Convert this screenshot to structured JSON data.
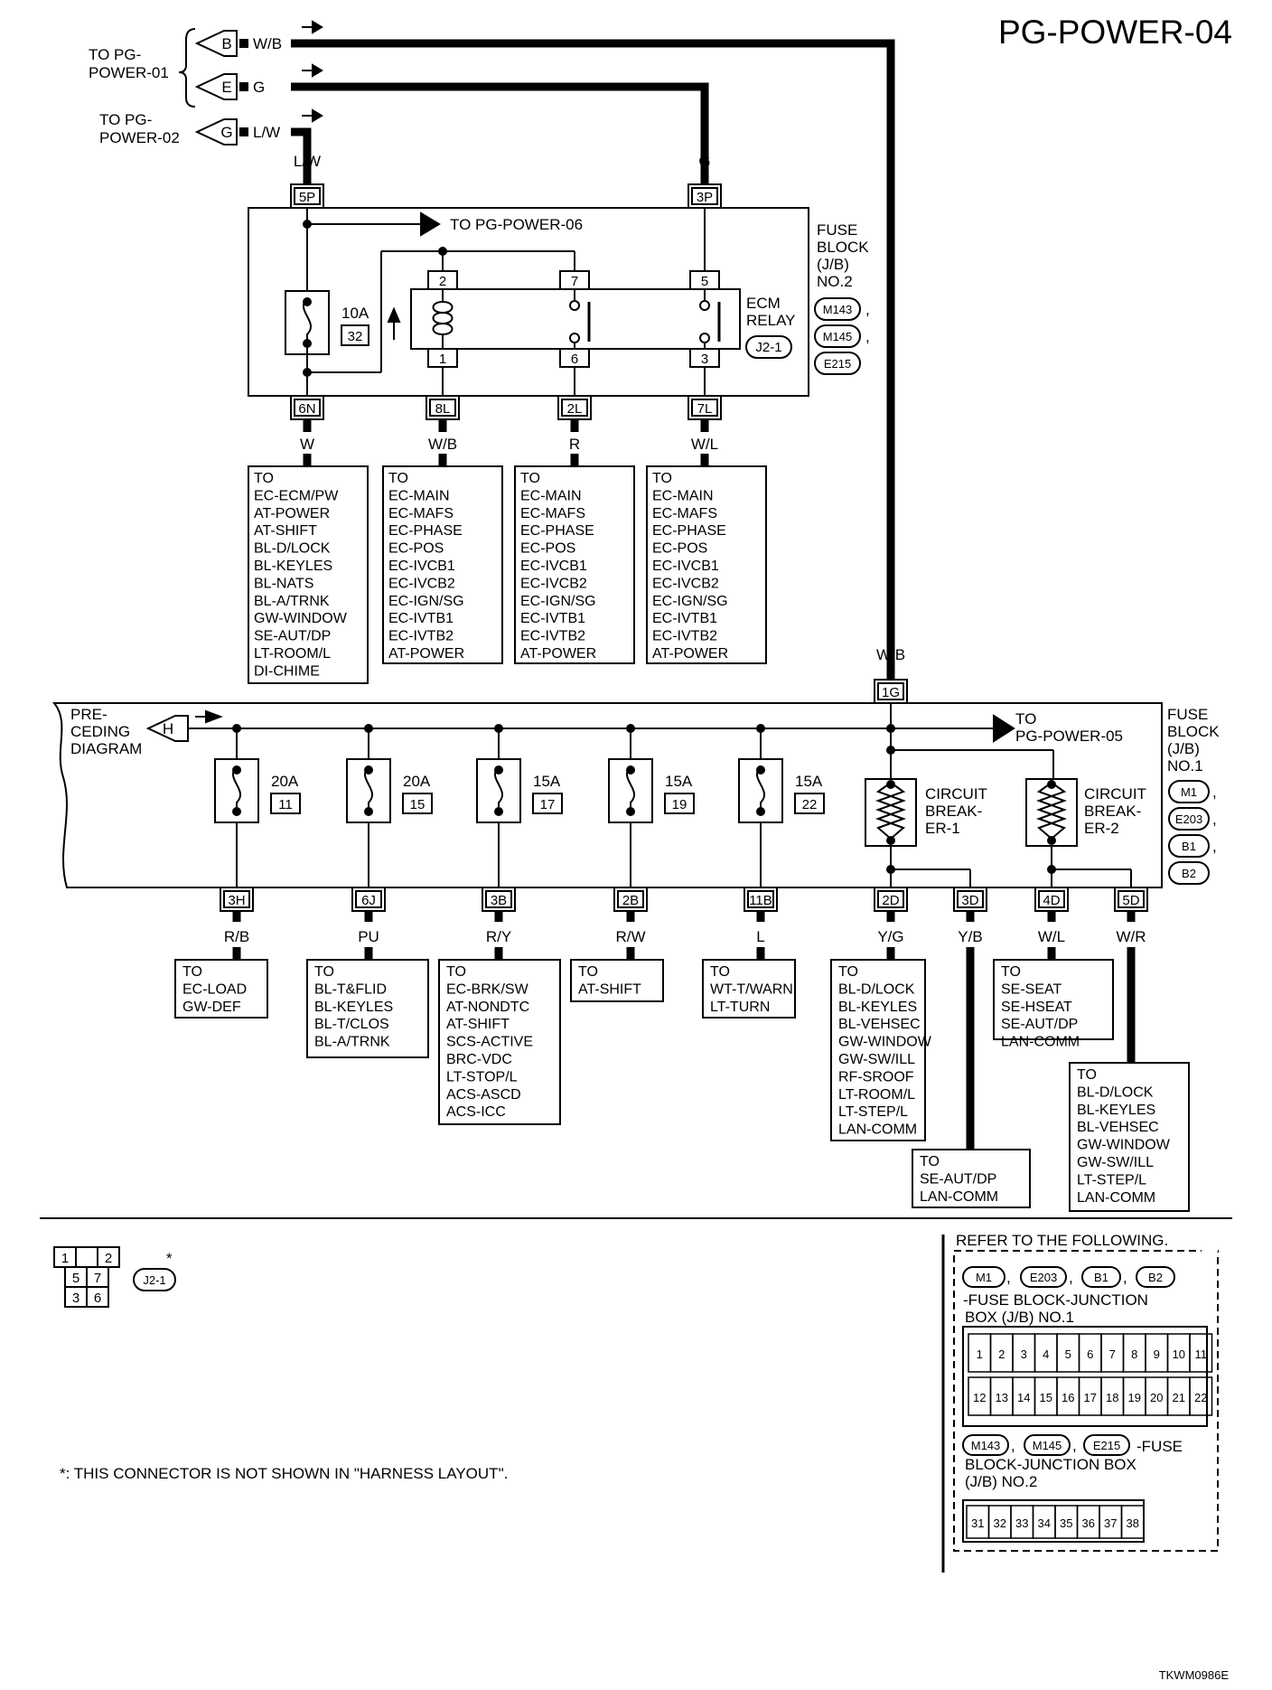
{
  "title": "PG-POWER-04",
  "figure_code": "TKWM0986E",
  "top_connectors": [
    {
      "letter": "B",
      "wire": "W/B"
    },
    {
      "letter": "E",
      "wire": "G"
    },
    {
      "letter": "G",
      "wire": "L/W"
    }
  ],
  "to_pg_power_01": [
    "TO PG-",
    "POWER-01"
  ],
  "to_pg_power_02": [
    "TO PG-",
    "POWER-02"
  ],
  "fuse_block_2": {
    "label": [
      "FUSE",
      "BLOCK",
      "(J/B)",
      "NO.2"
    ],
    "connectors": [
      "M143",
      "M145",
      "E215"
    ],
    "input_pins": [
      {
        "pin": "5P",
        "wire": "L/W"
      },
      {
        "pin": "3P",
        "wire": "G"
      }
    ],
    "to_pg_power_06": "TO PG-POWER-06",
    "fuse": {
      "amp": "10A",
      "num": "32"
    },
    "relay": {
      "label": [
        "ECM",
        "RELAY"
      ],
      "connector": "J2-1",
      "top_pins": [
        "2",
        "7",
        "5"
      ],
      "bottom_pins": [
        "1",
        "6",
        "3"
      ]
    },
    "outputs": [
      {
        "pin": "6N",
        "wire": "W",
        "targets": [
          "TO",
          "EC-ECM/PW",
          "AT-POWER",
          "AT-SHIFT",
          "BL-D/LOCK",
          "BL-KEYLES",
          "BL-NATS",
          "BL-A/TRNK",
          "GW-WINDOW",
          "SE-AUT/DP",
          "LT-ROOM/L",
          "DI-CHIME"
        ]
      },
      {
        "pin": "8L",
        "wire": "W/B",
        "targets": [
          "TO",
          "EC-MAIN",
          "EC-MAFS",
          "EC-PHASE",
          "EC-POS",
          "EC-IVCB1",
          "EC-IVCB2",
          "EC-IGN/SG",
          "EC-IVTB1",
          "EC-IVTB2",
          "AT-POWER"
        ]
      },
      {
        "pin": "2L",
        "wire": "R",
        "targets": [
          "TO",
          "EC-MAIN",
          "EC-MAFS",
          "EC-PHASE",
          "EC-POS",
          "EC-IVCB1",
          "EC-IVCB2",
          "EC-IGN/SG",
          "EC-IVTB1",
          "EC-IVTB2",
          "AT-POWER"
        ]
      },
      {
        "pin": "7L",
        "wire": "W/L",
        "targets": [
          "TO",
          "EC-MAIN",
          "EC-MAFS",
          "EC-PHASE",
          "EC-POS",
          "EC-IVCB1",
          "EC-IVCB2",
          "EC-IGN/SG",
          "EC-IVTB1",
          "EC-IVTB2",
          "AT-POWER"
        ]
      }
    ]
  },
  "fuse_block_1": {
    "label": [
      "FUSE",
      "BLOCK",
      "(J/B)",
      "NO.1"
    ],
    "connectors": [
      "M1",
      "E203",
      "B1",
      "B2"
    ],
    "input_pin": {
      "pin": "1G",
      "wire": "W/B"
    },
    "preceding": [
      "PRE-",
      "CEDING",
      "DIAGRAM"
    ],
    "preceding_letter": "H",
    "to_pg_power_05": [
      "TO",
      "PG-POWER-05"
    ],
    "fuses": [
      {
        "amp": "20A",
        "num": "11"
      },
      {
        "amp": "20A",
        "num": "15"
      },
      {
        "amp": "15A",
        "num": "17"
      },
      {
        "amp": "15A",
        "num": "19"
      },
      {
        "amp": "15A",
        "num": "22"
      }
    ],
    "breakers": [
      [
        "CIRCUIT",
        "BREAK-",
        "ER-1"
      ],
      [
        "CIRCUIT",
        "BREAK-",
        "ER-2"
      ]
    ],
    "outputs": [
      {
        "pin": "3H",
        "wire": "R/B",
        "targets": [
          "TO",
          "EC-LOAD",
          "GW-DEF"
        ]
      },
      {
        "pin": "6J",
        "wire": "PU",
        "targets": [
          "TO",
          "BL-T&FLID",
          "BL-KEYLES",
          "BL-T/CLOS",
          "BL-A/TRNK"
        ]
      },
      {
        "pin": "3B",
        "wire": "R/Y",
        "targets": [
          "TO",
          "EC-BRK/SW",
          "AT-NONDTC",
          "AT-SHIFT",
          "SCS-ACTIVE",
          "BRC-VDC",
          "LT-STOP/L",
          "ACS-ASCD",
          "ACS-ICC"
        ]
      },
      {
        "pin": "2B",
        "wire": "R/W",
        "targets": [
          "TO",
          "AT-SHIFT"
        ]
      },
      {
        "pin": "11B",
        "wire": "L",
        "targets": [
          "TO",
          "WT-T/WARN",
          "LT-TURN"
        ]
      },
      {
        "pin": "2D",
        "wire": "Y/G",
        "targets": [
          "TO",
          "BL-D/LOCK",
          "BL-KEYLES",
          "BL-VEHSEC",
          "GW-WINDOW",
          "GW-SW/ILL",
          "RF-SROOF",
          "LT-ROOM/L",
          "LT-STEP/L",
          "LAN-COMM"
        ]
      },
      {
        "pin": "3D",
        "wire": "Y/B",
        "targets": [
          "TO",
          "SE-AUT/DP",
          "LAN-COMM"
        ]
      },
      {
        "pin": "4D",
        "wire": "W/L",
        "targets": [
          "TO",
          "SE-SEAT",
          "SE-HSEAT",
          "SE-AUT/DP",
          "LAN-COMM"
        ]
      },
      {
        "pin": "5D",
        "wire": "W/R",
        "targets": [
          "TO",
          "BL-D/LOCK",
          "BL-KEYLES",
          "BL-VEHSEC",
          "GW-WINDOW",
          "GW-SW/ILL",
          "LT-STEP/L",
          "LAN-COMM"
        ]
      }
    ]
  },
  "legend": {
    "relay_pins": [
      "1",
      "2",
      "5",
      "7",
      "3",
      "6"
    ],
    "relay_conn": "J2-1",
    "asterisk": "*",
    "footnote": "*: THIS CONNECTOR IS NOT SHOWN IN \"HARNESS LAYOUT\"."
  },
  "refer": {
    "heading": "REFER TO THE FOLLOWING.",
    "jb1_connectors": [
      "M1",
      "E203",
      "B1",
      "B2"
    ],
    "jb1_text": [
      "-FUSE BLOCK-JUNCTION",
      "BOX (J/B) NO.1"
    ],
    "jb1_row1": [
      "1",
      "2",
      "3",
      "4",
      "5",
      "6",
      "7",
      "8",
      "9",
      "10",
      "11"
    ],
    "jb1_row2": [
      "12",
      "13",
      "14",
      "15",
      "16",
      "17",
      "18",
      "19",
      "20",
      "21",
      "22"
    ],
    "jb2_connectors": [
      "M143",
      "M145",
      "E215"
    ],
    "jb2_text": [
      "-FUSE",
      "BLOCK-JUNCTION BOX",
      "(J/B) NO.2"
    ],
    "jb2_row": [
      "31",
      "32",
      "33",
      "34",
      "35",
      "36",
      "37",
      "38"
    ]
  }
}
